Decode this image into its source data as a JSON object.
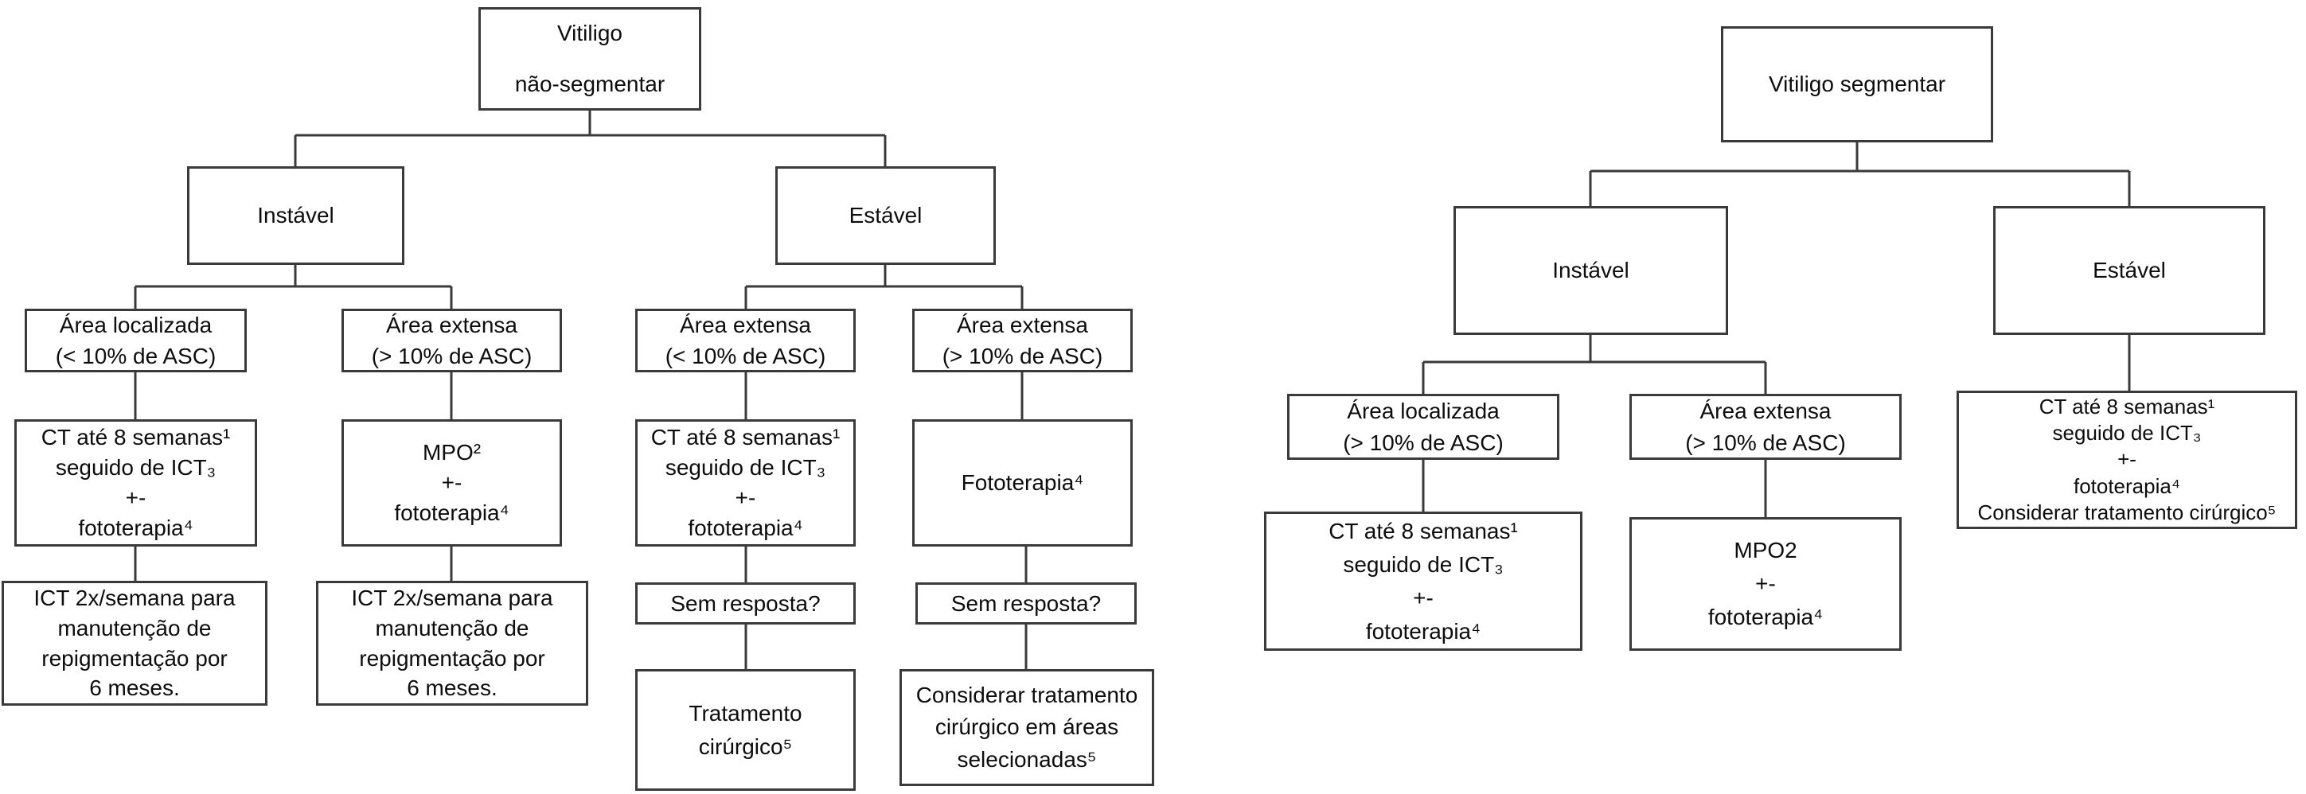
{
  "figure": {
    "type": "flowchart",
    "language": "pt-BR",
    "colors": {
      "box_border": "#3a3a3a",
      "box_background": "#ffffff",
      "connector": "#3a3a3a",
      "text": "#0d0d0d",
      "page_background": "#ffffff"
    },
    "left_tree": {
      "root": {
        "label_lines": [
          "Vitiligo",
          "não-segmentar"
        ]
      },
      "unstable": {
        "label_lines": [
          "Instável"
        ]
      },
      "stable": {
        "label_lines": [
          "Estável"
        ]
      },
      "area_localizada_lt10": {
        "label_lines": [
          "Área localizada",
          "(< 10% de ASC)"
        ]
      },
      "area_extensa_gt10": {
        "label_lines": [
          "Área extensa",
          "(> 10% de ASC)"
        ]
      },
      "area_extensa_lt10": {
        "label_lines": [
          "Área extensa",
          "(< 10% de ASC)"
        ]
      },
      "area_extensa_gt10_b": {
        "label_lines": [
          "Área extensa",
          "(> 10% de ASC)"
        ]
      },
      "ct_ict_foto_a": {
        "label_lines": [
          "CT até 8 semanas¹",
          "seguido de ICT₃",
          "+-",
          "fototerapia⁴"
        ]
      },
      "mpo_foto": {
        "label_lines": [
          "MPO²",
          "+-",
          "fototerapia⁴"
        ]
      },
      "ct_ict_foto_b": {
        "label_lines": [
          "CT até 8 semanas¹",
          "seguido de ICT₃",
          "+-",
          "fototerapia⁴"
        ]
      },
      "fototerapia": {
        "label_lines": [
          "Fototerapia⁴"
        ]
      },
      "ict_manutencao_a": {
        "label_lines": [
          "ICT 2x/semana para",
          "manutenção de",
          "repigmentação por",
          "6 meses."
        ]
      },
      "ict_manutencao_b": {
        "label_lines": [
          "ICT 2x/semana para",
          "manutenção de",
          "repigmentação por",
          "6 meses."
        ]
      },
      "sem_resposta_a": {
        "label_lines": [
          "Sem resposta?"
        ]
      },
      "sem_resposta_b": {
        "label_lines": [
          "Sem resposta?"
        ]
      },
      "tratamento_cirurgico": {
        "label_lines": [
          "Tratamento",
          "cirúrgico⁵"
        ]
      },
      "considerar_cirurgico": {
        "label_lines": [
          "Considerar tratamento",
          "cirúrgico em áreas",
          "selecionadas⁵"
        ]
      }
    },
    "right_tree": {
      "root": {
        "label_lines": [
          "Vitiligo segmentar"
        ]
      },
      "unstable": {
        "label_lines": [
          "Instável"
        ]
      },
      "stable": {
        "label_lines": [
          "Estável"
        ]
      },
      "area_localizada_gt10": {
        "label_lines": [
          "Área localizada",
          "(> 10% de ASC)"
        ]
      },
      "area_extensa_gt10": {
        "label_lines": [
          "Área extensa",
          "(> 10% de ASC)"
        ]
      },
      "ct_ict_foto": {
        "label_lines": [
          "CT até 8 semanas¹",
          "seguido de ICT₃",
          "+-",
          "fototerapia⁴"
        ]
      },
      "mpo2_foto": {
        "label_lines": [
          "MPO2",
          "+-",
          "fototerapia⁴"
        ]
      },
      "estavel_tratamento": {
        "label_lines": [
          "CT até 8 semanas¹",
          "seguido de ICT₃",
          "+-",
          "fototerapia⁴",
          "Considerar tratamento cirúrgico⁵"
        ]
      }
    }
  }
}
